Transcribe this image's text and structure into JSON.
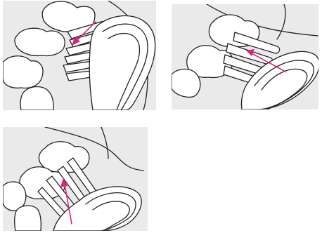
{
  "colors": {
    "background": "#ffffff",
    "panel_fill": "#eaeaea",
    "outline": "#222222",
    "arrow": "#e0217a"
  },
  "panels": [
    {
      "icon": "toothbrush-on-outer-molars-illustration",
      "arrow_direction": "down-left"
    },
    {
      "icon": "toothbrush-on-inner-molars-illustration",
      "arrow_direction": "up-left"
    },
    {
      "icon": "toothbrush-on-chewing-surfaces-illustration",
      "arrow_direction": "up"
    }
  ]
}
